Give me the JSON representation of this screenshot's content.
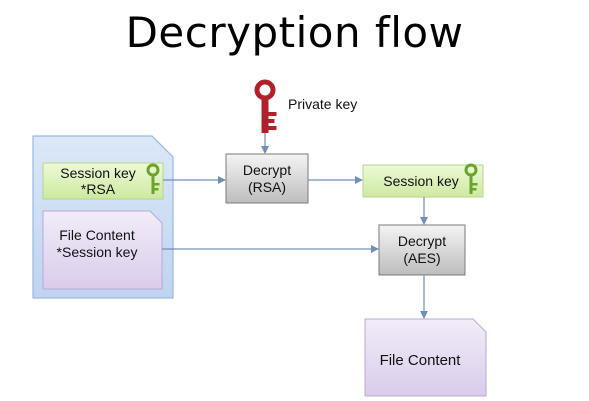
{
  "title": "Decryption flow",
  "labels": {
    "private_key": "Private key",
    "session_key_rsa_line1": "Session key",
    "session_key_rsa_line2": "*RSA",
    "file_content_enc_line1": "File Content",
    "file_content_enc_line2": "*Session key",
    "decrypt_rsa_line1": "Decrypt",
    "decrypt_rsa_line2": "(RSA)",
    "session_key_out": "Session key",
    "decrypt_aes_line1": "Decrypt",
    "decrypt_aes_line2": "(AES)",
    "file_content_out": "File Content"
  },
  "icons": {
    "private_key": "key-icon",
    "session_key": "key-icon"
  },
  "colors": {
    "private_key": "#b0212b",
    "session_key_icon": "#6aa52a",
    "green_box": "#d9f0b0",
    "purple_box": "#e3d9f0",
    "blue_container": "#c9dcf5",
    "gray_box": "#c8c8c8",
    "arrow": "#6f8fb5"
  }
}
